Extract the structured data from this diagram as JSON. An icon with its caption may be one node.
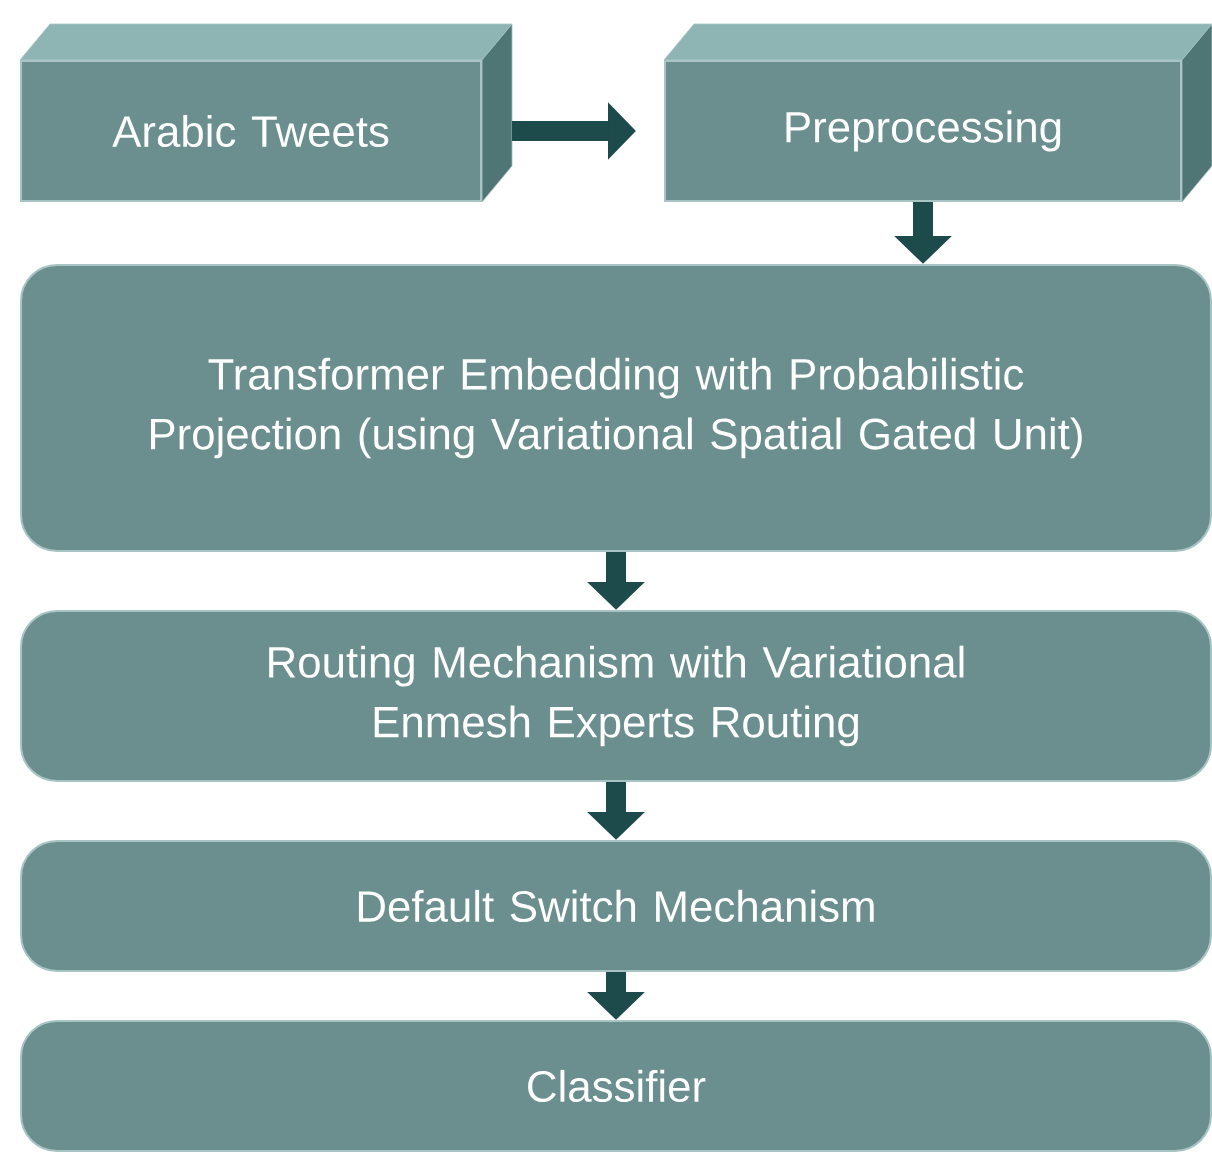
{
  "diagram": {
    "nodes": [
      {
        "text": [
          "Arabic Tweets"
        ]
      },
      {
        "text": [
          "Preprocessing"
        ]
      },
      {
        "text": [
          "Transformer Embedding with Probabilistic Projection (using Variational Spatial Gated Unit)"
        ]
      },
      {
        "text": [
          "Routing Mechanism with Variational Enmesh Experts Routing"
        ]
      },
      {
        "text": [
          "Default Switch Mechanism"
        ]
      },
      {
        "text": [
          "Classifier"
        ]
      }
    ],
    "edges": [
      {
        "from": 0,
        "to": 1,
        "arrow": "to"
      },
      {
        "from": 1,
        "to": 2,
        "arrow": "to"
      },
      {
        "from": 2,
        "to": 3,
        "arrow": "to"
      },
      {
        "from": 3,
        "to": 4,
        "arrow": "to"
      },
      {
        "from": 4,
        "to": 5,
        "arrow": "to"
      }
    ]
  }
}
